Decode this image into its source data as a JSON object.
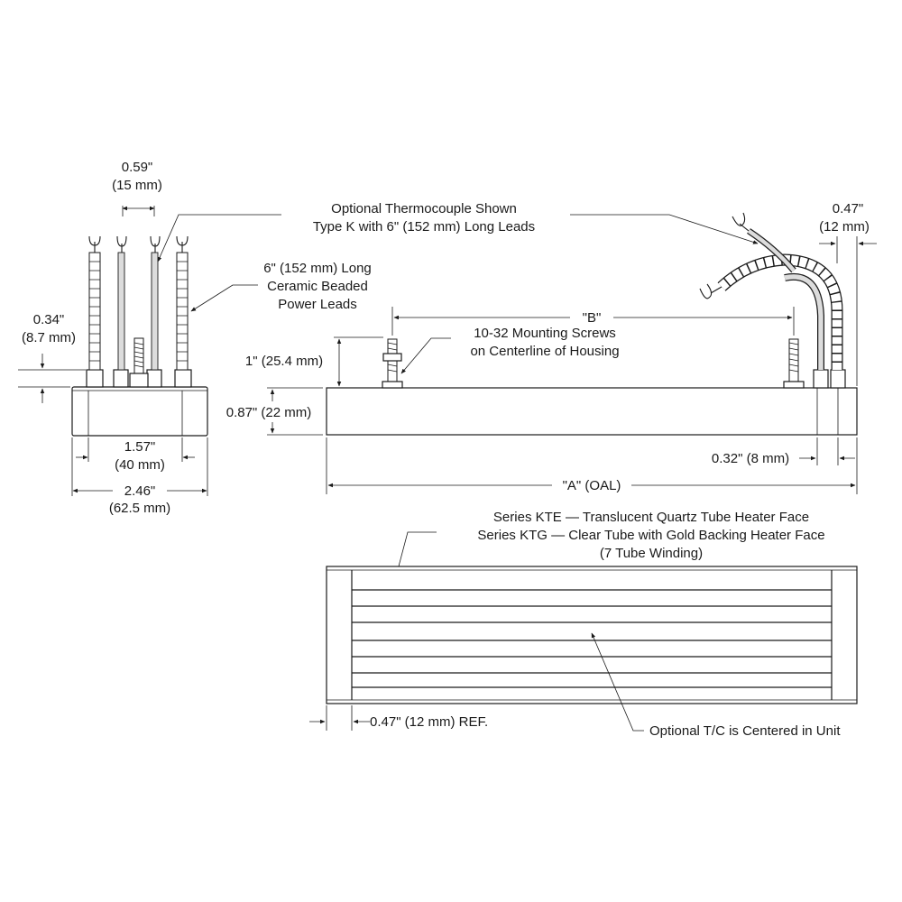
{
  "title": "Quartz Tube Heater Dimensional Drawing",
  "labels": {
    "lead_spacing_in": "0.59\"",
    "lead_spacing_mm": "(15 mm)",
    "tc_line1": "Optional Thermocouple Shown",
    "tc_line2": "Type K with 6\" (152 mm) Long Leads",
    "leads_line1": "6\" (152 mm) Long",
    "leads_line2": "Ceramic Beaded",
    "leads_line3": "Power Leads",
    "dim_034_in": "0.34\"",
    "dim_034_mm": "(8.7 mm)",
    "dim_047_in": "0.47\"",
    "dim_047_mm": "(12 mm)",
    "dim_B": "\"B\"",
    "screws_line1": "10-32 Mounting Screws",
    "screws_line2": "on Centerline of Housing",
    "dim_1in": "1\" (25.4 mm)",
    "dim_087": "0.87\" (22 mm)",
    "dim_157_in": "1.57\"",
    "dim_157_mm": "(40 mm)",
    "dim_246_in": "2.46\"",
    "dim_246_mm": "(62.5 mm)",
    "dim_032": "0.32\" (8 mm)",
    "dim_A": "\"A\" (OAL)",
    "kte": "Series KTE — Translucent Quartz Tube Heater Face",
    "ktg": "Series KTG — Clear Tube with Gold Backing Heater Face",
    "winding": "(7 Tube Winding)",
    "ref_047": "0.47\" (12 mm) REF.",
    "tc_center": "Optional T/C is Centered in Unit"
  }
}
